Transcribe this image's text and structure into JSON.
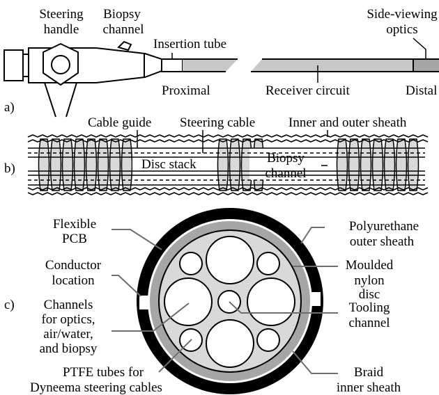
{
  "figure": {
    "panels": [
      {
        "id": "a",
        "label": "a)"
      },
      {
        "id": "b",
        "label": "b)"
      },
      {
        "id": "c",
        "label": "c)"
      }
    ]
  },
  "panel_a": {
    "labels": {
      "steering_handle": [
        "Steering",
        "handle"
      ],
      "biopsy_channel": [
        "Biopsy",
        "channel"
      ],
      "insertion_tube": "Insertion tube",
      "side_viewing_optics": [
        "Side-viewing",
        "optics"
      ],
      "proximal": "Proximal",
      "receiver_circuit": "Receiver circuit",
      "distal": "Distal"
    }
  },
  "panel_b": {
    "labels": {
      "cable_guide": "Cable guide",
      "steering_cable": "Steering cable",
      "inner_outer_sheath": "Inner and outer sheath",
      "disc_stack": "Disc stack",
      "biopsy_channel": [
        "Biopsy",
        "channel"
      ]
    }
  },
  "panel_c": {
    "labels": {
      "flexible_pcb": [
        "Flexible",
        "PCB"
      ],
      "conductor_location": [
        "Conductor",
        "location"
      ],
      "channels": [
        "Channels",
        "for optics,",
        "air/water,",
        "and biopsy"
      ],
      "ptfe_tubes": [
        "PTFE tubes for",
        "Dyneema steering cables"
      ],
      "polyurethane": [
        "Polyurethane",
        "outer sheath"
      ],
      "moulded_disc": [
        "Moulded",
        "nylon",
        "disc"
      ],
      "tooling_channel": [
        "Tooling",
        "channel"
      ],
      "braid": [
        "Braid",
        "inner sheath"
      ]
    }
  },
  "colors": {
    "light_gray": "#d9d9d9",
    "mid_gray": "#a6a6a6",
    "dark_gray": "#8c8c8c",
    "leader_gray": "#6e6e6e",
    "black": "#000000"
  }
}
